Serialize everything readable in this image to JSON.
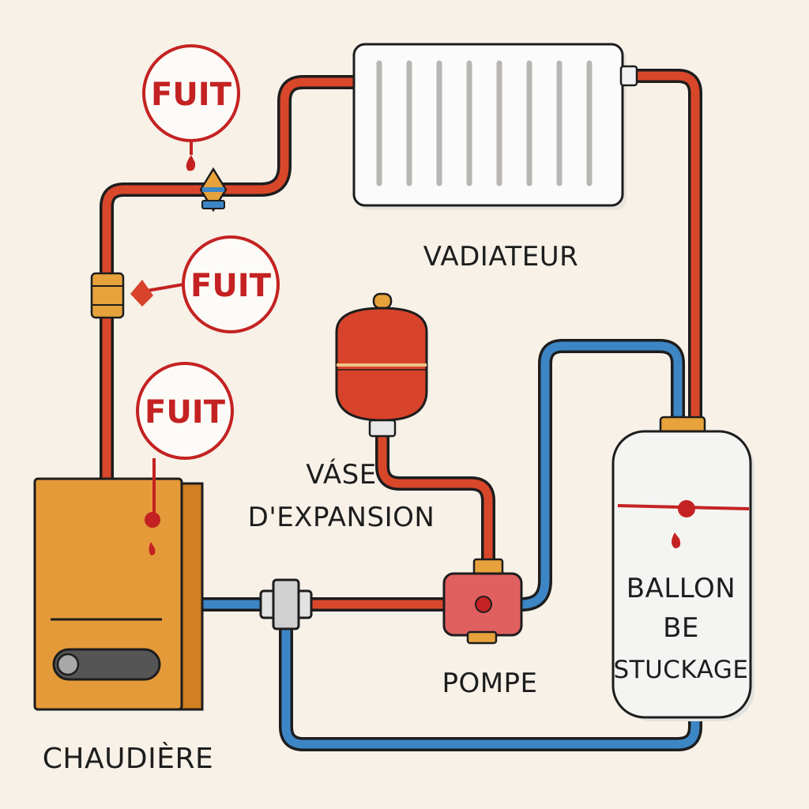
{
  "labels": {
    "radiator": "VADIATEUR",
    "expansion_line1": "VÁSE",
    "expansion_line2": "D'EXPANSION",
    "pump": "POMPE",
    "boiler": "CHAUDIÈRE",
    "tank_line1": "BALLON",
    "tank_line2": "BE",
    "tank_line3": "STUCKAGE"
  },
  "leaks": [
    {
      "text": "FUIT"
    },
    {
      "text": "FUIT"
    },
    {
      "text": "FUIT"
    }
  ],
  "colors": {
    "background": "#f7f1e8",
    "hot_pipe": "#d9472b",
    "cold_pipe": "#3d86c6",
    "pipe_outline": "#1d1d1d",
    "boiler": "#e59a3a",
    "fitting": "#e7a23c",
    "expansion_vessel": "#d8432b",
    "pump": "#e06060",
    "leak_red": "#c42222",
    "radiator": "#fbfbfb",
    "tank": "#f4f4f2"
  },
  "icons": [
    "leak-drop-icon",
    "valve-icon",
    "tee-fitting-icon",
    "pump-icon"
  ]
}
